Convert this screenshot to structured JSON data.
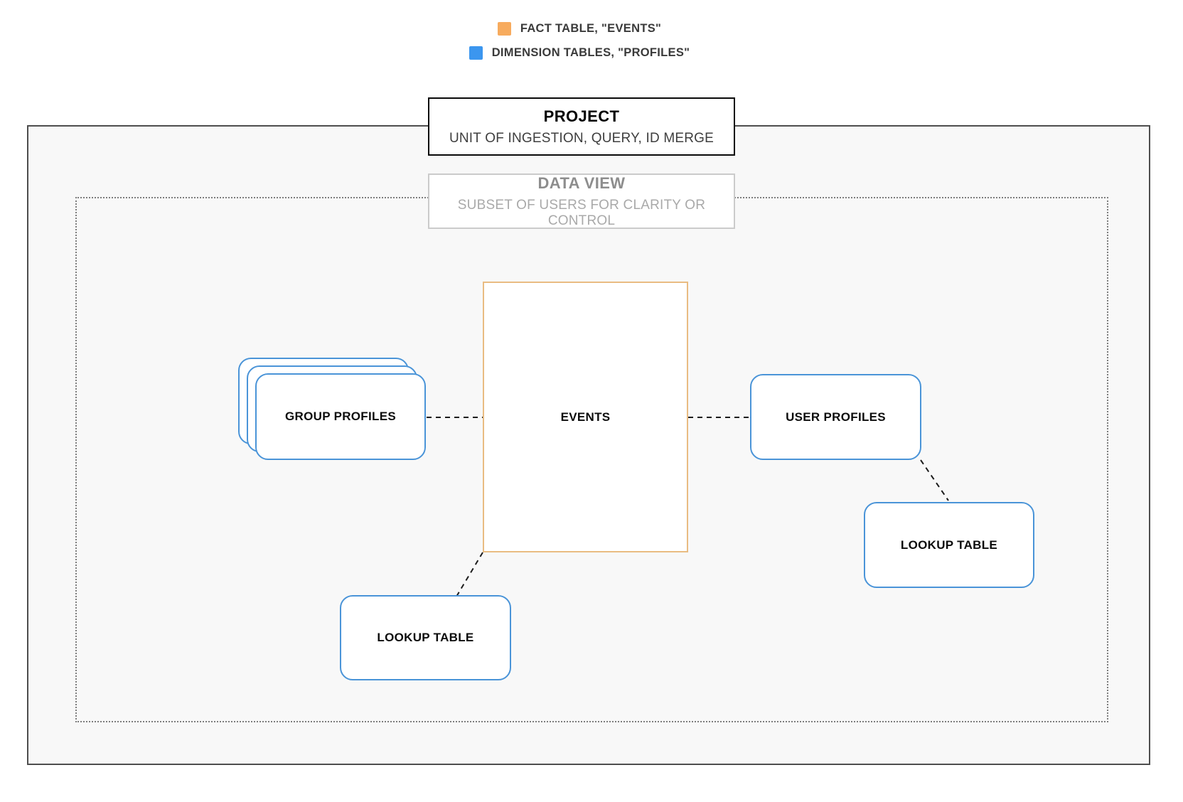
{
  "legend": {
    "items": [
      {
        "label": "FACT TABLE, \"EVENTS\"",
        "swatch_color": "#f7ab5e"
      },
      {
        "label": "DIMENSION TABLES, \"PROFILES\"",
        "swatch_color": "#3b96ef"
      }
    ]
  },
  "project": {
    "title": "PROJECT",
    "subtitle": "UNIT OF INGESTION, QUERY, ID MERGE"
  },
  "data_view": {
    "title": "DATA VIEW",
    "subtitle": "SUBSET OF USERS FOR CLARITY OR CONTROL"
  },
  "nodes": {
    "events": {
      "label": "EVENTS",
      "type": "fact-table"
    },
    "group_profiles": {
      "label": "GROUP PROFILES",
      "type": "dimension-table"
    },
    "user_profiles": {
      "label": "USER PROFILES",
      "type": "dimension-table"
    },
    "lookup_table_right": {
      "label": "LOOKUP TABLE",
      "type": "dimension-table"
    },
    "lookup_table_bottom": {
      "label": "LOOKUP TABLE",
      "type": "dimension-table"
    }
  },
  "colors": {
    "fact_table_swatch": "#f7ab5e",
    "fact_table_border": "#e9bc82",
    "dimension_table_swatch": "#3b96ef",
    "dimension_table_border": "#4a94d8",
    "outer_boundary_border": "#4e4e4e",
    "outer_boundary_fill": "#f8f8f8",
    "data_view_boundary_border": "#7d7d7d",
    "connector": "#1c1c1c"
  }
}
